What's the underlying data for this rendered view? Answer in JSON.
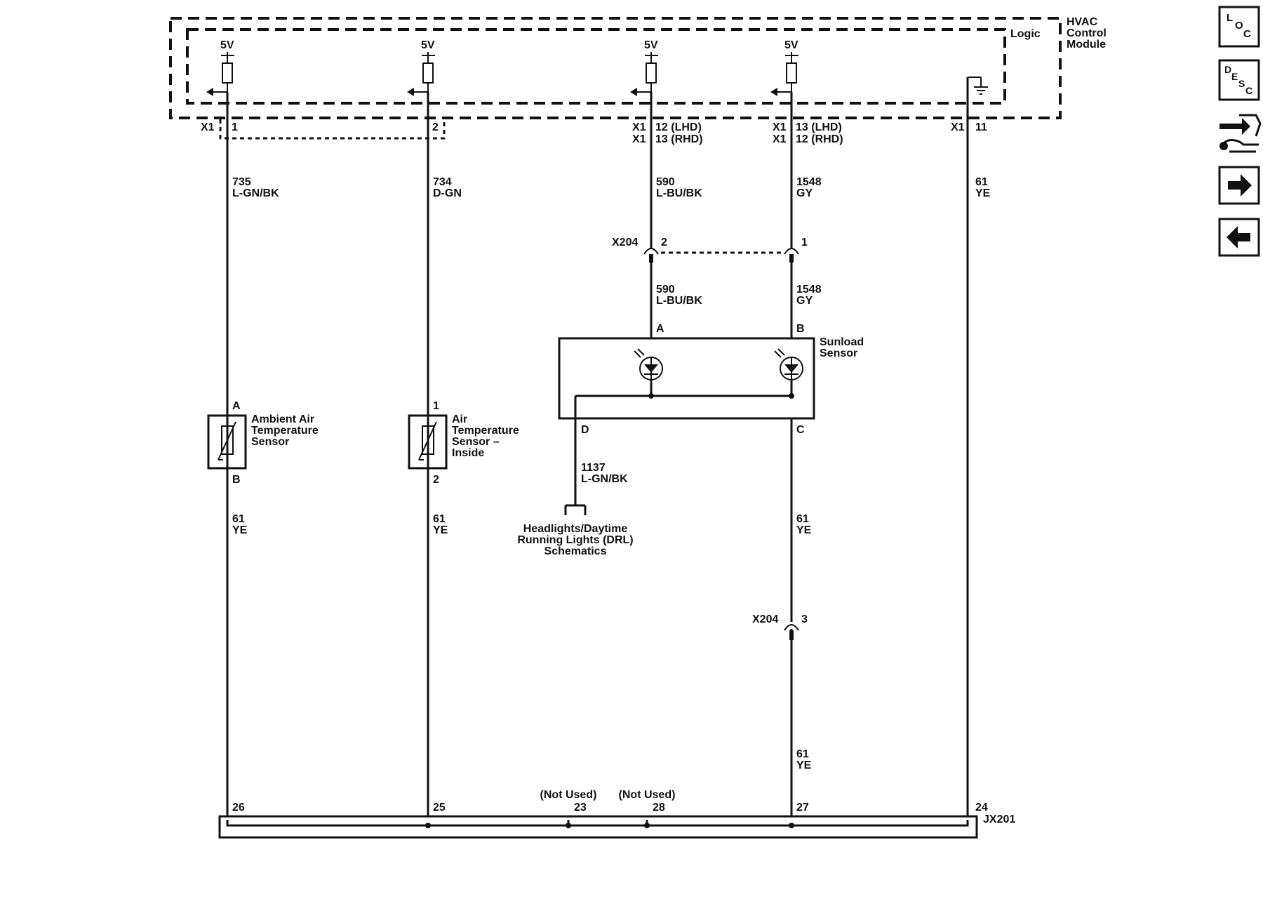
{
  "module": {
    "name_lines": [
      "HVAC",
      "Control",
      "Module"
    ],
    "logic_label": "Logic",
    "supply_label": "5V",
    "connector": "X1"
  },
  "circuits": {
    "ambient": {
      "module_pin": "1",
      "wire_top": {
        "number": "735",
        "color": "L-GN/BK"
      },
      "sensor": {
        "name_lines": [
          "Ambient Air",
          "Temperature",
          "Sensor"
        ],
        "pin_top": "A",
        "pin_bottom": "B"
      },
      "wire_bottom": {
        "number": "61",
        "color": "YE"
      },
      "splice_pin": "26"
    },
    "inside": {
      "module_pin": "2",
      "wire_top": {
        "number": "734",
        "color": "D-GN"
      },
      "sensor": {
        "name_lines": [
          "Air",
          "Temperature",
          "Sensor –",
          "Inside"
        ],
        "pin_top": "1",
        "pin_bottom": "2"
      },
      "wire_bottom": {
        "number": "61",
        "color": "YE"
      },
      "splice_pin": "25"
    },
    "sunload_left": {
      "module_pin_lhd": "12 (LHD)",
      "module_pin_rhd": "13 (RHD)",
      "wire_top": {
        "number": "590",
        "color": "L-BU/BK"
      },
      "inline_pin": "2",
      "wire_mid": {
        "number": "590",
        "color": "L-BU/BK"
      },
      "sensor_pin": "A"
    },
    "sunload_right": {
      "module_pin_lhd": "13 (LHD)",
      "module_pin_rhd": "12 (RHD)",
      "wire_top": {
        "number": "1548",
        "color": "GY"
      },
      "inline_pin": "1",
      "wire_mid": {
        "number": "1548",
        "color": "GY"
      },
      "sensor_pin": "B",
      "pin_c": "C",
      "wire_low": {
        "number": "61",
        "color": "YE"
      },
      "inline2_pin": "3",
      "wire_bottom": {
        "number": "61",
        "color": "YE"
      },
      "splice_pin": "27"
    },
    "ground": {
      "module_pin": "11",
      "wire": {
        "number": "61",
        "color": "YE"
      },
      "splice_pin": "24"
    },
    "drl": {
      "sensor_pin": "D",
      "wire": {
        "number": "1137",
        "color": "L-GN/BK"
      },
      "ref_lines": [
        "Headlights/Daytime",
        "Running Lights (DRL)",
        "Schematics"
      ]
    }
  },
  "sunload_sensor": {
    "name_lines": [
      "Sunload",
      "Sensor"
    ]
  },
  "inline_connector": "X204",
  "splice": {
    "name": "JX201",
    "not_used_label": "(Not Used)",
    "unused_pins": [
      "23",
      "28"
    ]
  },
  "nav": {
    "loc": [
      "L",
      "O",
      "C"
    ],
    "desc": [
      "D",
      "E",
      "S",
      "C"
    ]
  }
}
